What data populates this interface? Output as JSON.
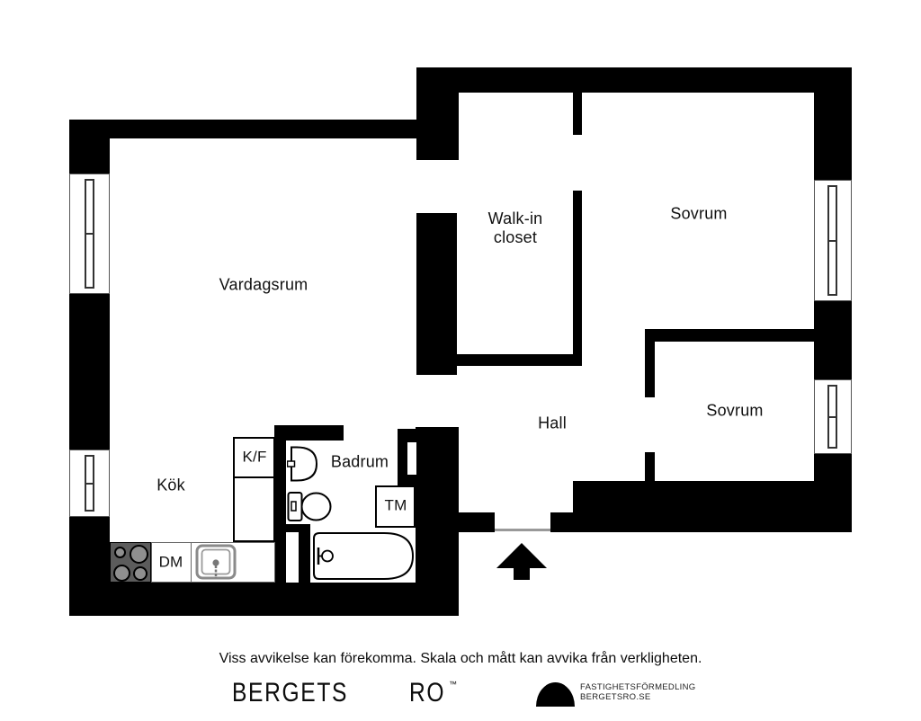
{
  "plan": {
    "rooms": {
      "vardagsrum": "Vardagsrum",
      "walk_in_closet": "Walk-in\ncloset",
      "sovrum_1": "Sovrum",
      "sovrum_2": "Sovrum",
      "hall": "Hall",
      "kok": "Kök",
      "badrum": "Badrum"
    },
    "appliances": {
      "fridge_freezer": "K/F",
      "washing_machine": "TM",
      "dishwasher": "DM"
    }
  },
  "icons": {
    "entrance_arrow": "up-arrow",
    "stove": "four-burner-cooktop",
    "sink": "kitchen-sink",
    "basin": "wash-basin",
    "toilet": "toilet",
    "bathtub": "bathtub",
    "window": "double-glazed-window"
  },
  "footer": {
    "disclaimer": "Viss avvikelse kan förekomma. Skala och mått kan avvika från verkligheten.",
    "brand_word_1": "BERGETS",
    "brand_word_2": "RO",
    "trademark": "™",
    "agency_line_1": "FASTIGHETSFÖRMEDLING",
    "agency_line_2": "BERGETSRO.SE"
  },
  "colors": {
    "wall": "#000000",
    "floor": "#ffffff",
    "stove_body": "#5c5c5c",
    "stove_burner": "#8f8f8f",
    "counter_line": "#666666",
    "window_frame": "#555555",
    "threshold": "#999999",
    "text": "#111111"
  }
}
